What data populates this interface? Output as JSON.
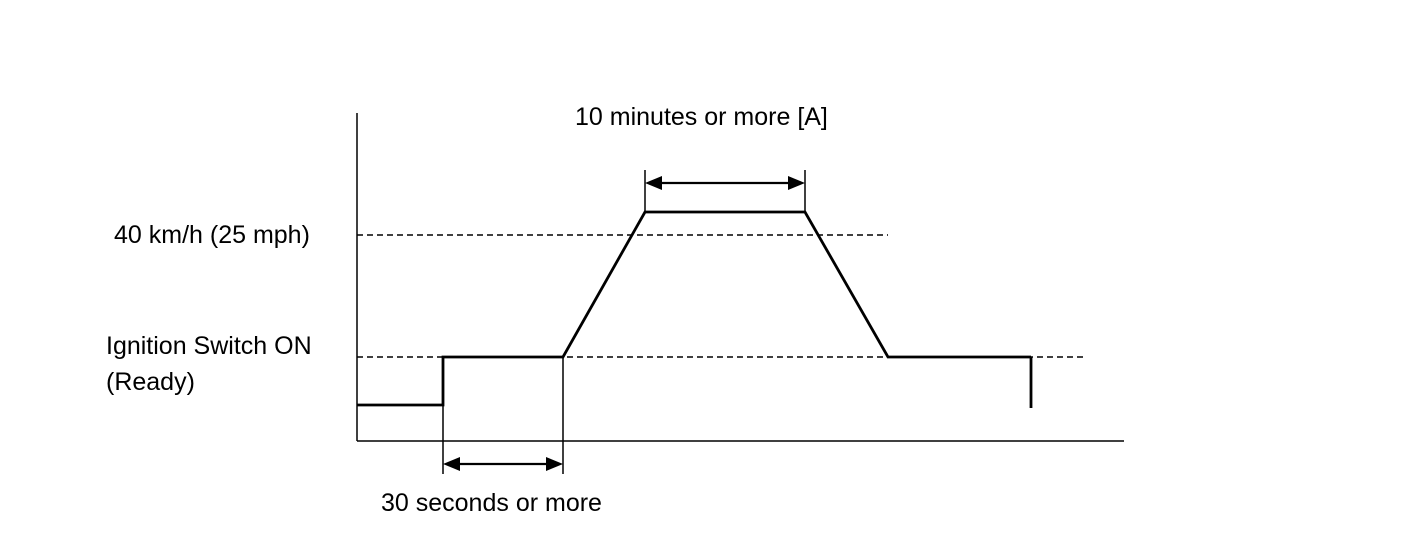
{
  "labels": {
    "speed_level": "40 km/h (25 mph)",
    "ignition_line1": "Ignition Switch ON",
    "ignition_line2": "(Ready)",
    "top_interval": "10 minutes or more [A]",
    "bottom_interval": "30 seconds or more"
  }
}
